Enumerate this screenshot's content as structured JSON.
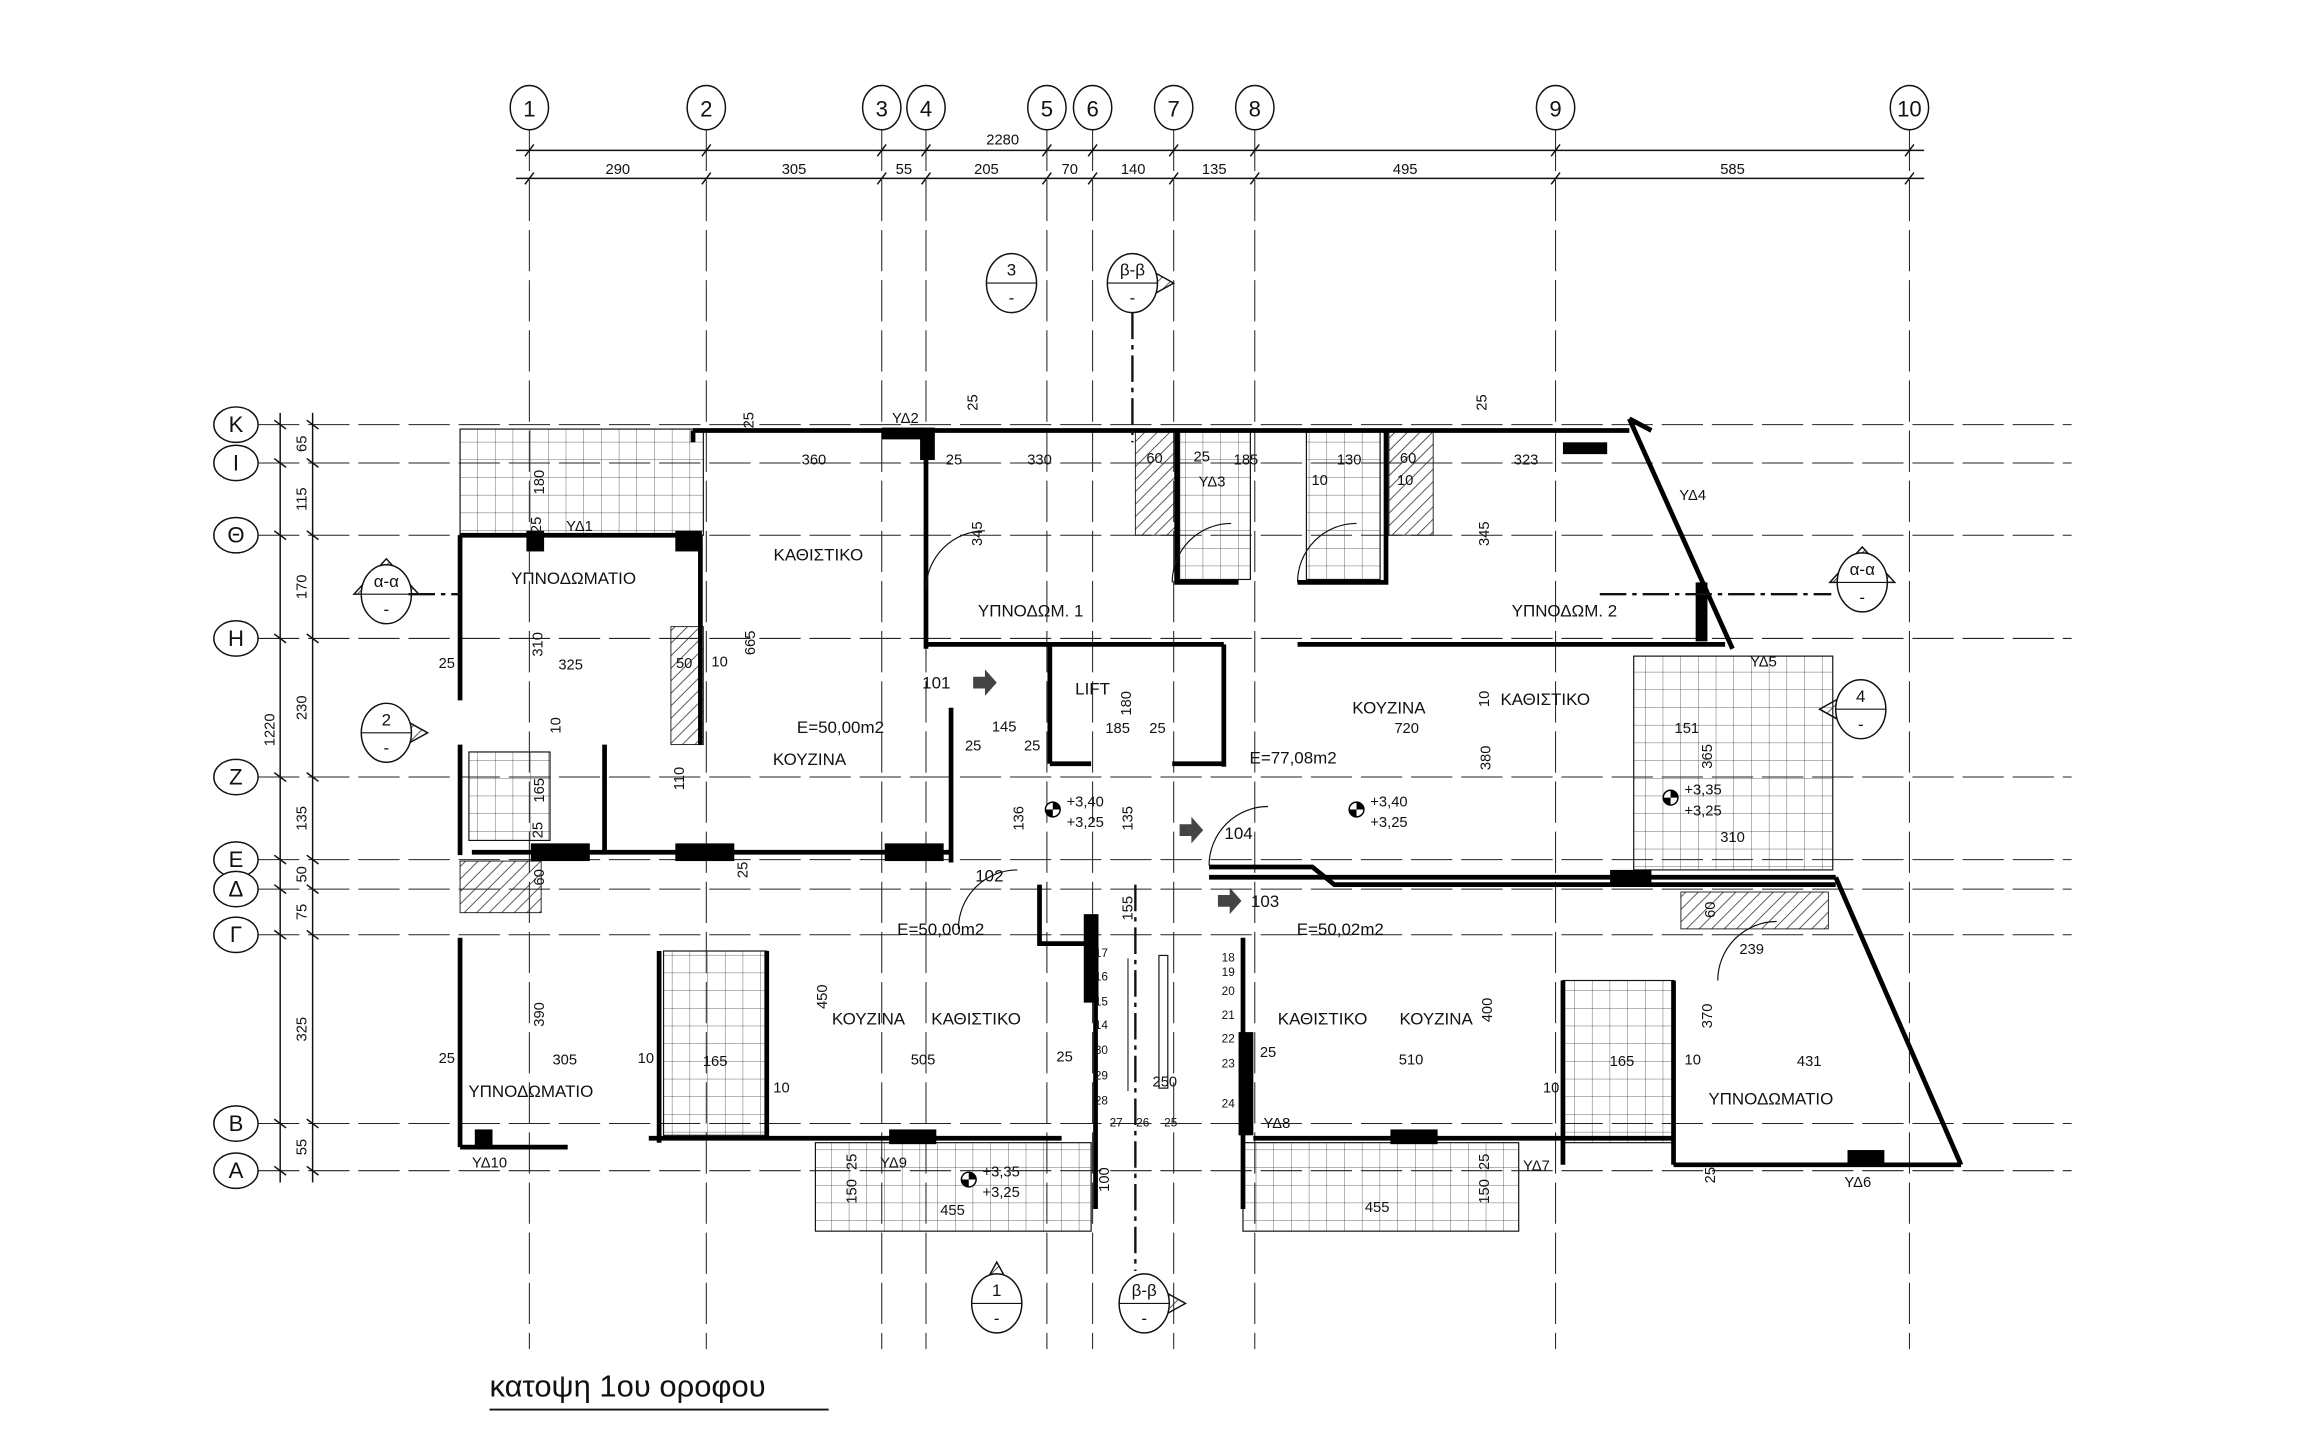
{
  "title": "κατοψη 1ου οροφου",
  "grid": {
    "columns": [
      "1",
      "2",
      "3",
      "4",
      "5",
      "6",
      "7",
      "8",
      "9",
      "10"
    ],
    "rows": [
      "Κ",
      "Ι",
      "Θ",
      "Η",
      "Ζ",
      "Ε",
      "Δ",
      "Γ",
      "Β",
      "Α"
    ]
  },
  "dimensions": {
    "top_total": "2280",
    "top_segments": [
      "290",
      "305",
      "55",
      "205",
      "70",
      "140",
      "135",
      "495",
      "585"
    ],
    "left_total": "1220",
    "left_segments": [
      "65",
      "115",
      "170",
      "230",
      "135",
      "50",
      "75",
      "325",
      "55"
    ]
  },
  "section_markers": [
    {
      "label": "α-α",
      "sub": "-"
    },
    {
      "label": "α-α",
      "sub": "-"
    },
    {
      "label": "2",
      "sub": "-"
    },
    {
      "label": "3",
      "sub": "-"
    },
    {
      "label": "β-β",
      "sub": "-"
    },
    {
      "label": "4",
      "sub": "-"
    },
    {
      "label": "1",
      "sub": "-"
    },
    {
      "label": "β-β",
      "sub": "-"
    }
  ],
  "rooms": [
    "ΥΠΝΟΔΩΜΑΤΙΟ",
    "ΚΑΘΙΣΤΙΚΟ",
    "ΥΠΝΟΔΩΜ. 1",
    "ΥΠΝΟΔΩΜ. 2",
    "ΚΟΥΖΙΝΑ",
    "LIFT",
    "ΚΟΥΖΙΝΑ",
    "ΚΑΘΙΣΤΙΚΟ",
    "ΚΟΥΖΙΝΑ",
    "ΚΑΘΙΣΤΙΚΟ",
    "ΚΑΘΙΣΤΙΚΟ",
    "ΚΟΥΖΙΝΑ",
    "ΥΠΝΟΔΩΜΑΤΙΟ",
    "ΥΠΝΟΔΩΜΑΤΙΟ"
  ],
  "areas": [
    "E=50,00m2",
    "E=77,08m2",
    "E=50,00m2",
    "E=50,02m2"
  ],
  "doors": [
    "101",
    "102",
    "104",
    "103"
  ],
  "windows": [
    "ΥΔ1",
    "ΥΔ2",
    "ΥΔ3",
    "ΥΔ4",
    "ΥΔ5",
    "ΥΔ6",
    "ΥΔ7",
    "ΥΔ8",
    "ΥΔ9",
    "ΥΔ10"
  ],
  "elevations": [
    {
      "top": "+3,40",
      "bottom": "+3,25"
    },
    {
      "top": "+3,40",
      "bottom": "+3,25"
    },
    {
      "top": "+3,35",
      "bottom": "+3,25"
    },
    {
      "top": "+3,35",
      "bottom": "+3,25"
    }
  ],
  "interior_dims_h": [
    "360",
    "330",
    "25",
    "60",
    "25",
    "185",
    "130",
    "60",
    "323",
    "10",
    "10",
    "325",
    "25",
    "50",
    "10",
    "145",
    "25",
    "25",
    "185",
    "25",
    "720",
    "151",
    "310",
    "239",
    "305",
    "10",
    "165",
    "505",
    "25",
    "10",
    "25",
    "510",
    "165",
    "10",
    "431",
    "10",
    "25",
    "250",
    "455",
    "455"
  ],
  "interior_dims_v": [
    "180",
    "25",
    "310",
    "665",
    "345",
    "345",
    "10",
    "110",
    "165",
    "25",
    "60",
    "25",
    "136",
    "135",
    "180",
    "10",
    "380",
    "365",
    "155",
    "390",
    "450",
    "400",
    "370",
    "100",
    "25",
    "150",
    "150",
    "25",
    "25",
    "25",
    "25",
    "25",
    "60"
  ],
  "stair_steps": [
    "17",
    "16",
    "15",
    "14",
    "30",
    "29",
    "28",
    "27",
    "26",
    "25",
    "24",
    "23",
    "22",
    "21",
    "20",
    "19",
    "18"
  ]
}
